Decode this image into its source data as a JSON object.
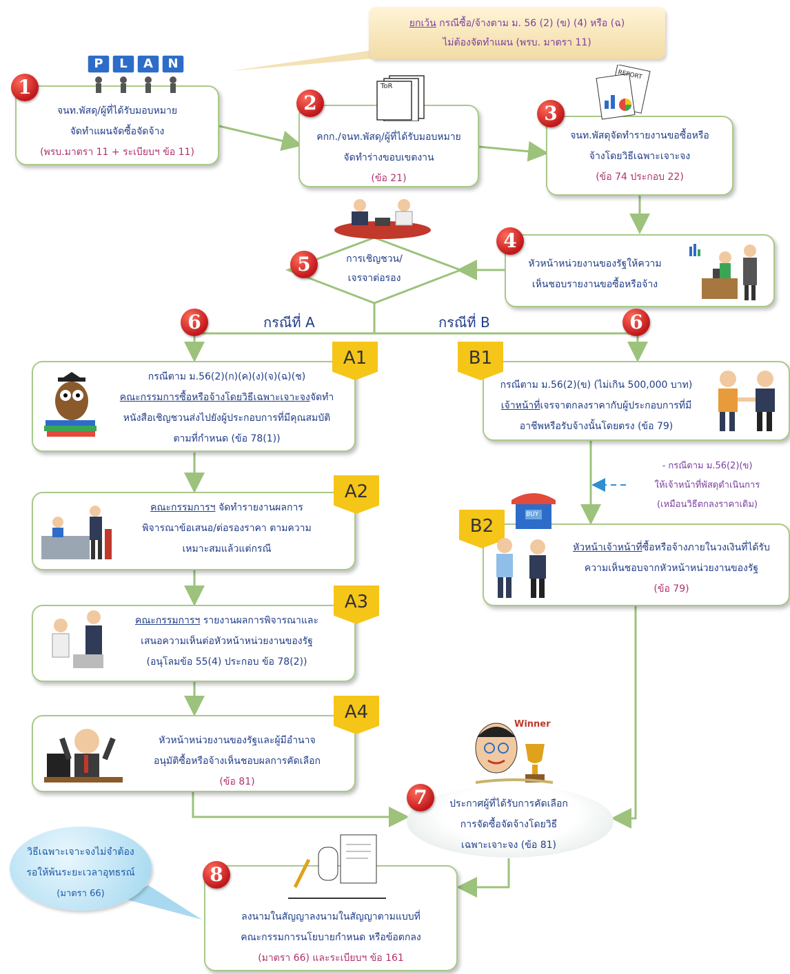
{
  "callout": {
    "line1_prefix": "ยกเว้น",
    "line1_rest": " กรณีซื้อ/จ้างตาม ม. 56 (2) (ข) (4) หรือ (ฉ)",
    "line2": "ไม่ต้องจัดทำแผน (พรบ. มาตรา 11)"
  },
  "plan_sign": [
    "P",
    "L",
    "A",
    "N"
  ],
  "tor_label": "ToR",
  "report_label": "REPORT",
  "winner_label": "Winner",
  "buy_label": "BUY",
  "steps": {
    "s1": {
      "num": "1",
      "line1": "จนท.พัสดุ/ผู้ที่ได้รับมอบหมาย",
      "line2": "จัดทำแผนจัดซื้อจัดจ้าง",
      "ref": "(พรบ.มาตรา 11 + ระเบียบฯ ข้อ 11)"
    },
    "s2": {
      "num": "2",
      "line1": "คกก./จนท.พัสดุ/ผู้ที่ได้รับมอบหมาย",
      "line2": "จัดทำร่างขอบเขตงาน",
      "ref": "(ข้อ 21)"
    },
    "s3": {
      "num": "3",
      "line1": "จนท.พัสดุจัดทำรายงานขอซื้อหรือ",
      "line2": "จ้างโดยวิธีเฉพาะเจาะจง",
      "ref": "(ข้อ 74 ประกอบ 22)"
    },
    "s4": {
      "num": "4",
      "line1": "หัวหน้าหน่วยงานของรัฐให้ความ",
      "line2": "เห็นชอบรายงานขอซื้อหรือจ้าง"
    },
    "s5": {
      "num": "5",
      "line1": "การเชิญชวน/",
      "line2": "เจรจาต่อรอง"
    },
    "s6_left": "6",
    "s6_right": "6",
    "s7": {
      "num": "7",
      "line1": "ประกาศผู้ที่ได้รับการคัดเลือก",
      "line2": "การจัดซื้อจัดจ้างโดยวิธี",
      "line3": "เฉพาะเจาะจง (ข้อ 81)"
    },
    "s8": {
      "num": "8",
      "line1": "ลงนามในสัญญาลงนามในสัญญาตามแบบที่",
      "line2": "คณะกรรมการนโยบายกำหนด  หรือข้อตกลง",
      "ref": "(มาตรา 66) และระเบียบฯ ข้อ 161"
    }
  },
  "case_a": "กรณีที่ A",
  "case_b": "กรณีที่ B",
  "a1": {
    "tag": "A1",
    "line1": "กรณีตาม ม.56(2)(ก)(ค)(ง)(จ)(ฉ)(ช)",
    "line2_u": "คณะกรรมการซื้อหรือจ้างโดยวิธีเฉพาะเจาะจง",
    "line2_rest": "จัดทำ",
    "line3": "หนังสือเชิญชวนส่งไปยังผู้ประกอบการที่มีคุณสมบัติ",
    "line4": "ตามที่กำหนด (ข้อ 78(1))"
  },
  "a2": {
    "tag": "A2",
    "line1_u": "คณะกรรมการฯ",
    "line1_rest": " จัดทำรายงานผลการ",
    "line2": "พิจารณาข้อเสนอ/ต่อรองราคา  ตามความ",
    "line3": "เหมาะสมแล้วแต่กรณี"
  },
  "a3": {
    "tag": "A3",
    "line1_u": "คณะกรรมการฯ",
    "line1_rest": " รายงานผลการพิจารณาและ",
    "line2": "เสนอความเห็นต่อหัวหน้าหน่วยงานของรัฐ",
    "line3": "(อนุโลมข้อ 55(4) ประกอบ ข้อ 78(2))"
  },
  "a4": {
    "tag": "A4",
    "line1": "หัวหน้าหน่วยงานของรัฐและผู้มีอำนาจ",
    "line2": "อนุมัติซื้อหรือจ้างเห็นชอบผลการคัดเลือก",
    "ref": "(ข้อ 81)"
  },
  "b1": {
    "tag": "B1",
    "line1": "กรณีตาม ม.56(2)(ข) (ไม่เกิน 500,000 บาท)",
    "line2_u": "เจ้าหน้าที่",
    "line2_rest": "เจรจาตกลงราคากับผู้ประกอบการที่มี",
    "line3": "อาชีพหรือรับจ้างนั้นโดยตรง  (ข้อ 79)"
  },
  "b_note": {
    "line1": "- กรณีตาม ม.56(2)(ข)",
    "line2": "ให้เจ้าหน้าที่พัสดุดำเนินการ",
    "line3": "(เหมือนวิธีตกลงราคาเดิม)"
  },
  "b2": {
    "tag": "B2",
    "line1_u": "หัวหน้าเจ้าหน้าที่",
    "line1_rest": "ซื้อหรือจ้างภายในวงเงินที่ได้รับ",
    "line2": "ความเห็นชอบจากหัวหน้าหน่วยงานของรัฐ",
    "ref": "(ข้อ 79)"
  },
  "bubble": {
    "line1": "วิธีเฉพาะเจาะจงไม่จำต้อง",
    "line2": "รอให้พ้นระยะเวลาอุทธรณ์",
    "ref": "(มาตรา 66)"
  }
}
